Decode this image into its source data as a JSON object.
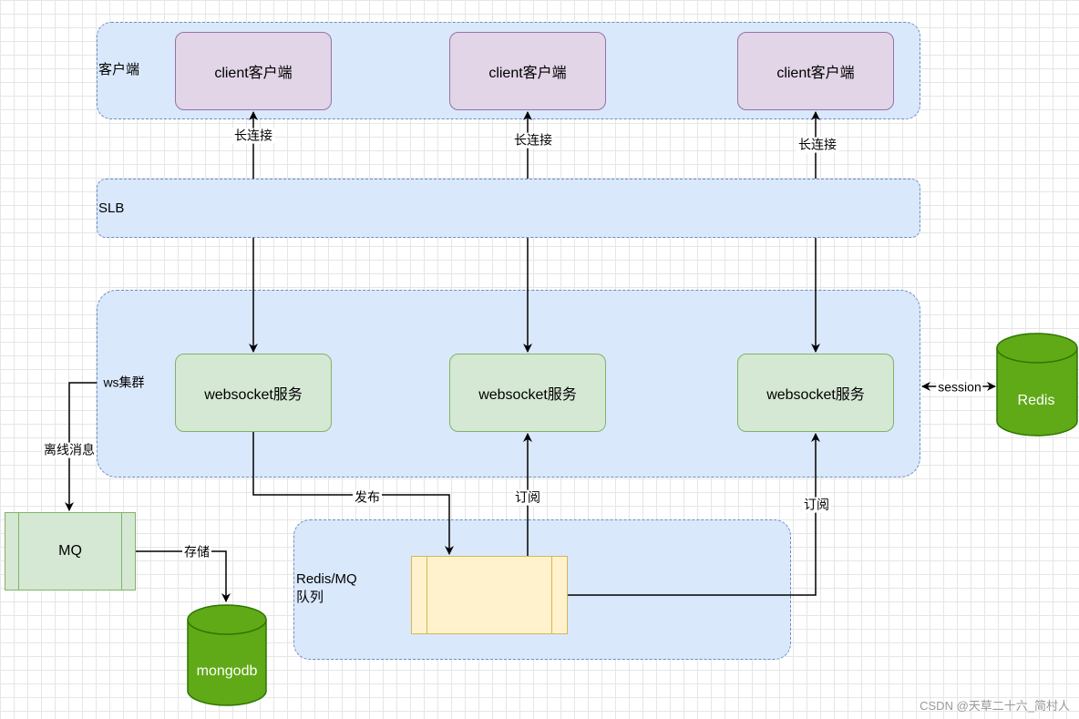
{
  "groups": {
    "client_group_label": "客户端",
    "slb_label": "SLB",
    "ws_cluster_label": "ws集群",
    "queue_group_label": "Redis/MQ\n队列"
  },
  "clients": [
    {
      "label": "client客户端"
    },
    {
      "label": "client客户端"
    },
    {
      "label": "client客户端"
    }
  ],
  "services": [
    {
      "label": "websocket服务"
    },
    {
      "label": "websocket服务"
    },
    {
      "label": "websocket服务"
    }
  ],
  "edges": {
    "long_conn_1": "长连接",
    "long_conn_2": "长连接",
    "long_conn_3": "长连接",
    "publish": "发布",
    "subscribe_1": "订阅",
    "subscribe_2": "订阅",
    "offline_msg": "离线消息",
    "store": "存储",
    "session": "session"
  },
  "mq": {
    "label": "MQ"
  },
  "redis": {
    "label": "Redis"
  },
  "mongodb": {
    "label": "mongodb"
  },
  "watermark": "CSDN @天草二十六_简村人",
  "colors": {
    "group_fill": "#dae8fc",
    "client_fill": "#e1d5e7",
    "service_fill": "#d5e8d4",
    "queue_fill": "#fff2cc",
    "db_fill": "#60a917"
  }
}
